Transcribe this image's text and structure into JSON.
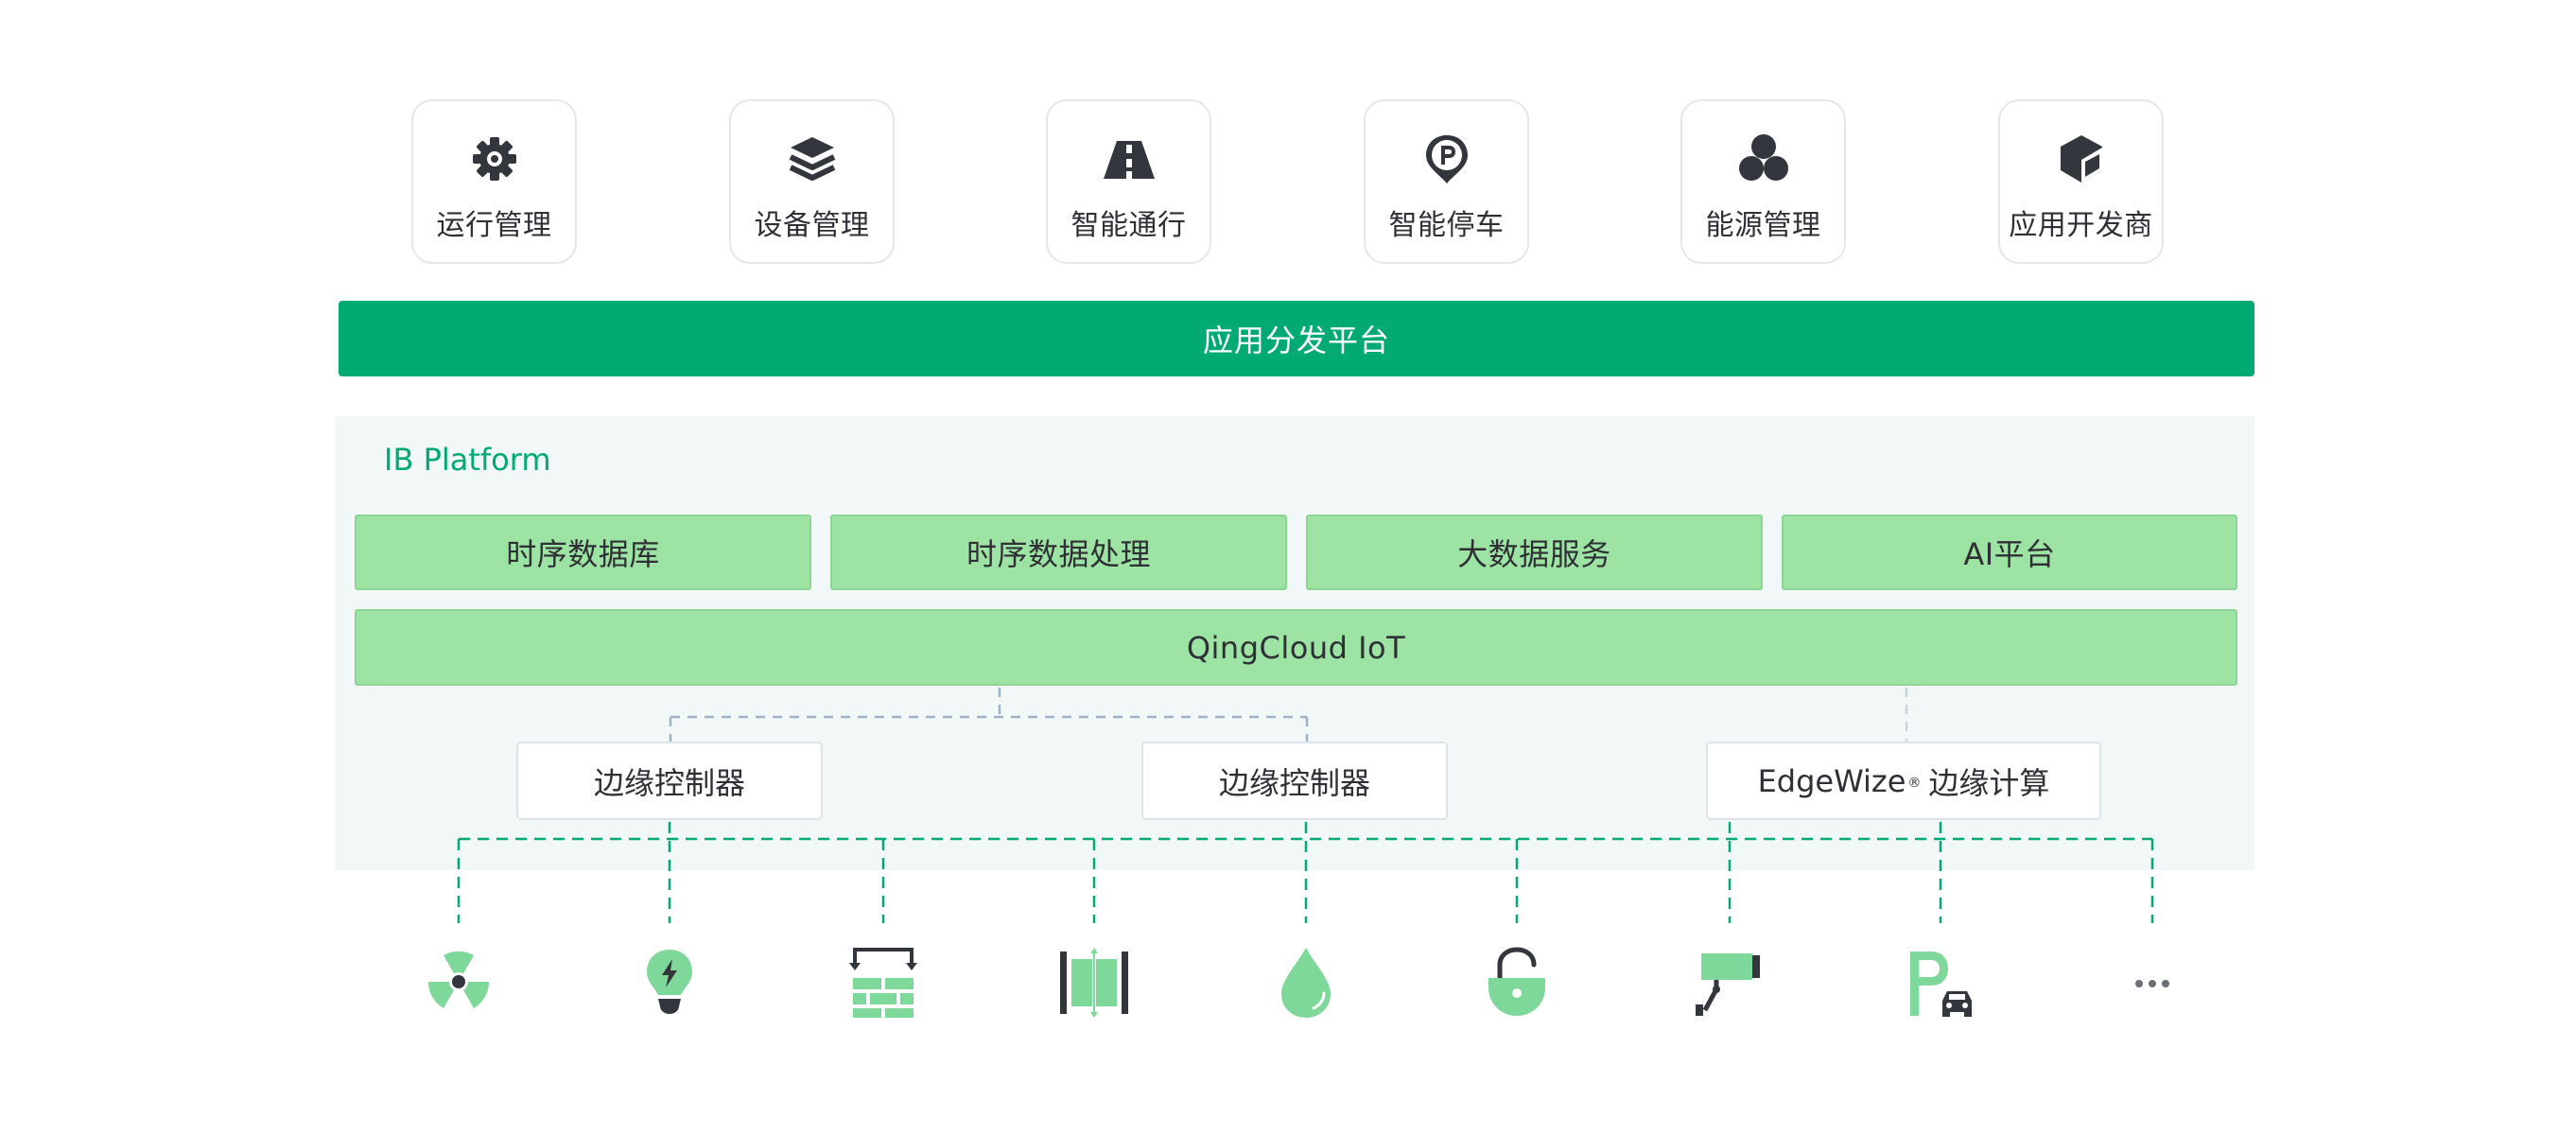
{
  "apps": [
    {
      "label": "运行管理",
      "icon": "gear-icon"
    },
    {
      "label": "设备管理",
      "icon": "layers-icon"
    },
    {
      "label": "智能通行",
      "icon": "road-icon"
    },
    {
      "label": "智能停车",
      "icon": "parking-pin-icon"
    },
    {
      "label": "能源管理",
      "icon": "energy-circles-icon"
    },
    {
      "label": "应用开发商",
      "icon": "cube-icon"
    }
  ],
  "distribution_bar": "应用分发平台",
  "platform": {
    "title": "IB Platform",
    "services": [
      "时序数据库",
      "时序数据处理",
      "大数据服务",
      "AI平台"
    ],
    "iot": "QingCloud IoT"
  },
  "edge": {
    "controller_1": "边缘控制器",
    "controller_2": "边缘控制器",
    "edgewize_name": "EdgeWize",
    "edgewize_mark": "®",
    "edgewize_suffix": "边缘计算"
  },
  "devices": [
    {
      "icon": "fan-icon"
    },
    {
      "icon": "lightbulb-icon"
    },
    {
      "icon": "brick-wall-icon"
    },
    {
      "icon": "gate-door-icon"
    },
    {
      "icon": "water-drop-icon"
    },
    {
      "icon": "padlock-icon"
    },
    {
      "icon": "security-camera-icon"
    },
    {
      "icon": "parking-car-icon"
    },
    {
      "icon": "more-icon",
      "label": "···"
    }
  ],
  "colors": {
    "brand_green": "#00aa72",
    "light_green": "#9de3a3",
    "icon_dark": "#33363c",
    "panel_bg": "#f2f7f7",
    "connector_blue": "#9fb3c8"
  }
}
